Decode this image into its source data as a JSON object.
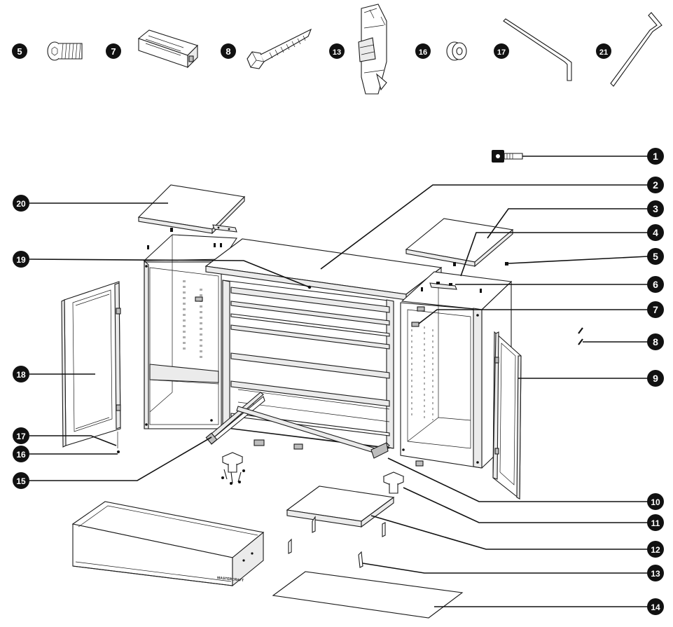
{
  "hardware_parts": [
    {
      "num": "5",
      "name": "button-head-bolt"
    },
    {
      "num": "7",
      "name": "plastic-clip"
    },
    {
      "num": "8",
      "name": "hex-lag-screw"
    },
    {
      "num": "13",
      "name": "door-hinge"
    },
    {
      "num": "16",
      "name": "spacer-washer"
    },
    {
      "num": "17",
      "name": "small-hex-key"
    },
    {
      "num": "21",
      "name": "large-hex-key"
    }
  ],
  "callouts": [
    {
      "num": "1",
      "name": "key"
    },
    {
      "num": "2",
      "name": "center-top"
    },
    {
      "num": "3",
      "name": "right-top-panel"
    },
    {
      "num": "4",
      "name": "right-cabinet-top"
    },
    {
      "num": "5",
      "name": "bolt"
    },
    {
      "num": "6",
      "name": "bracket"
    },
    {
      "num": "7",
      "name": "clip"
    },
    {
      "num": "8",
      "name": "screws"
    },
    {
      "num": "9",
      "name": "right-door"
    },
    {
      "num": "10",
      "name": "drawer-slide"
    },
    {
      "num": "11",
      "name": "leveling-foot"
    },
    {
      "num": "12",
      "name": "shelf"
    },
    {
      "num": "13",
      "name": "hinge"
    },
    {
      "num": "14",
      "name": "liner"
    },
    {
      "num": "15",
      "name": "slide-left"
    },
    {
      "num": "16",
      "name": "spacer"
    },
    {
      "num": "17",
      "name": "hex-key"
    },
    {
      "num": "18",
      "name": "left-door"
    },
    {
      "num": "19",
      "name": "center-top-edge"
    },
    {
      "num": "20",
      "name": "left-top-panel"
    }
  ],
  "colors": {
    "ink": "#111111",
    "callout_bg": "#111111",
    "callout_text": "#ffffff"
  }
}
